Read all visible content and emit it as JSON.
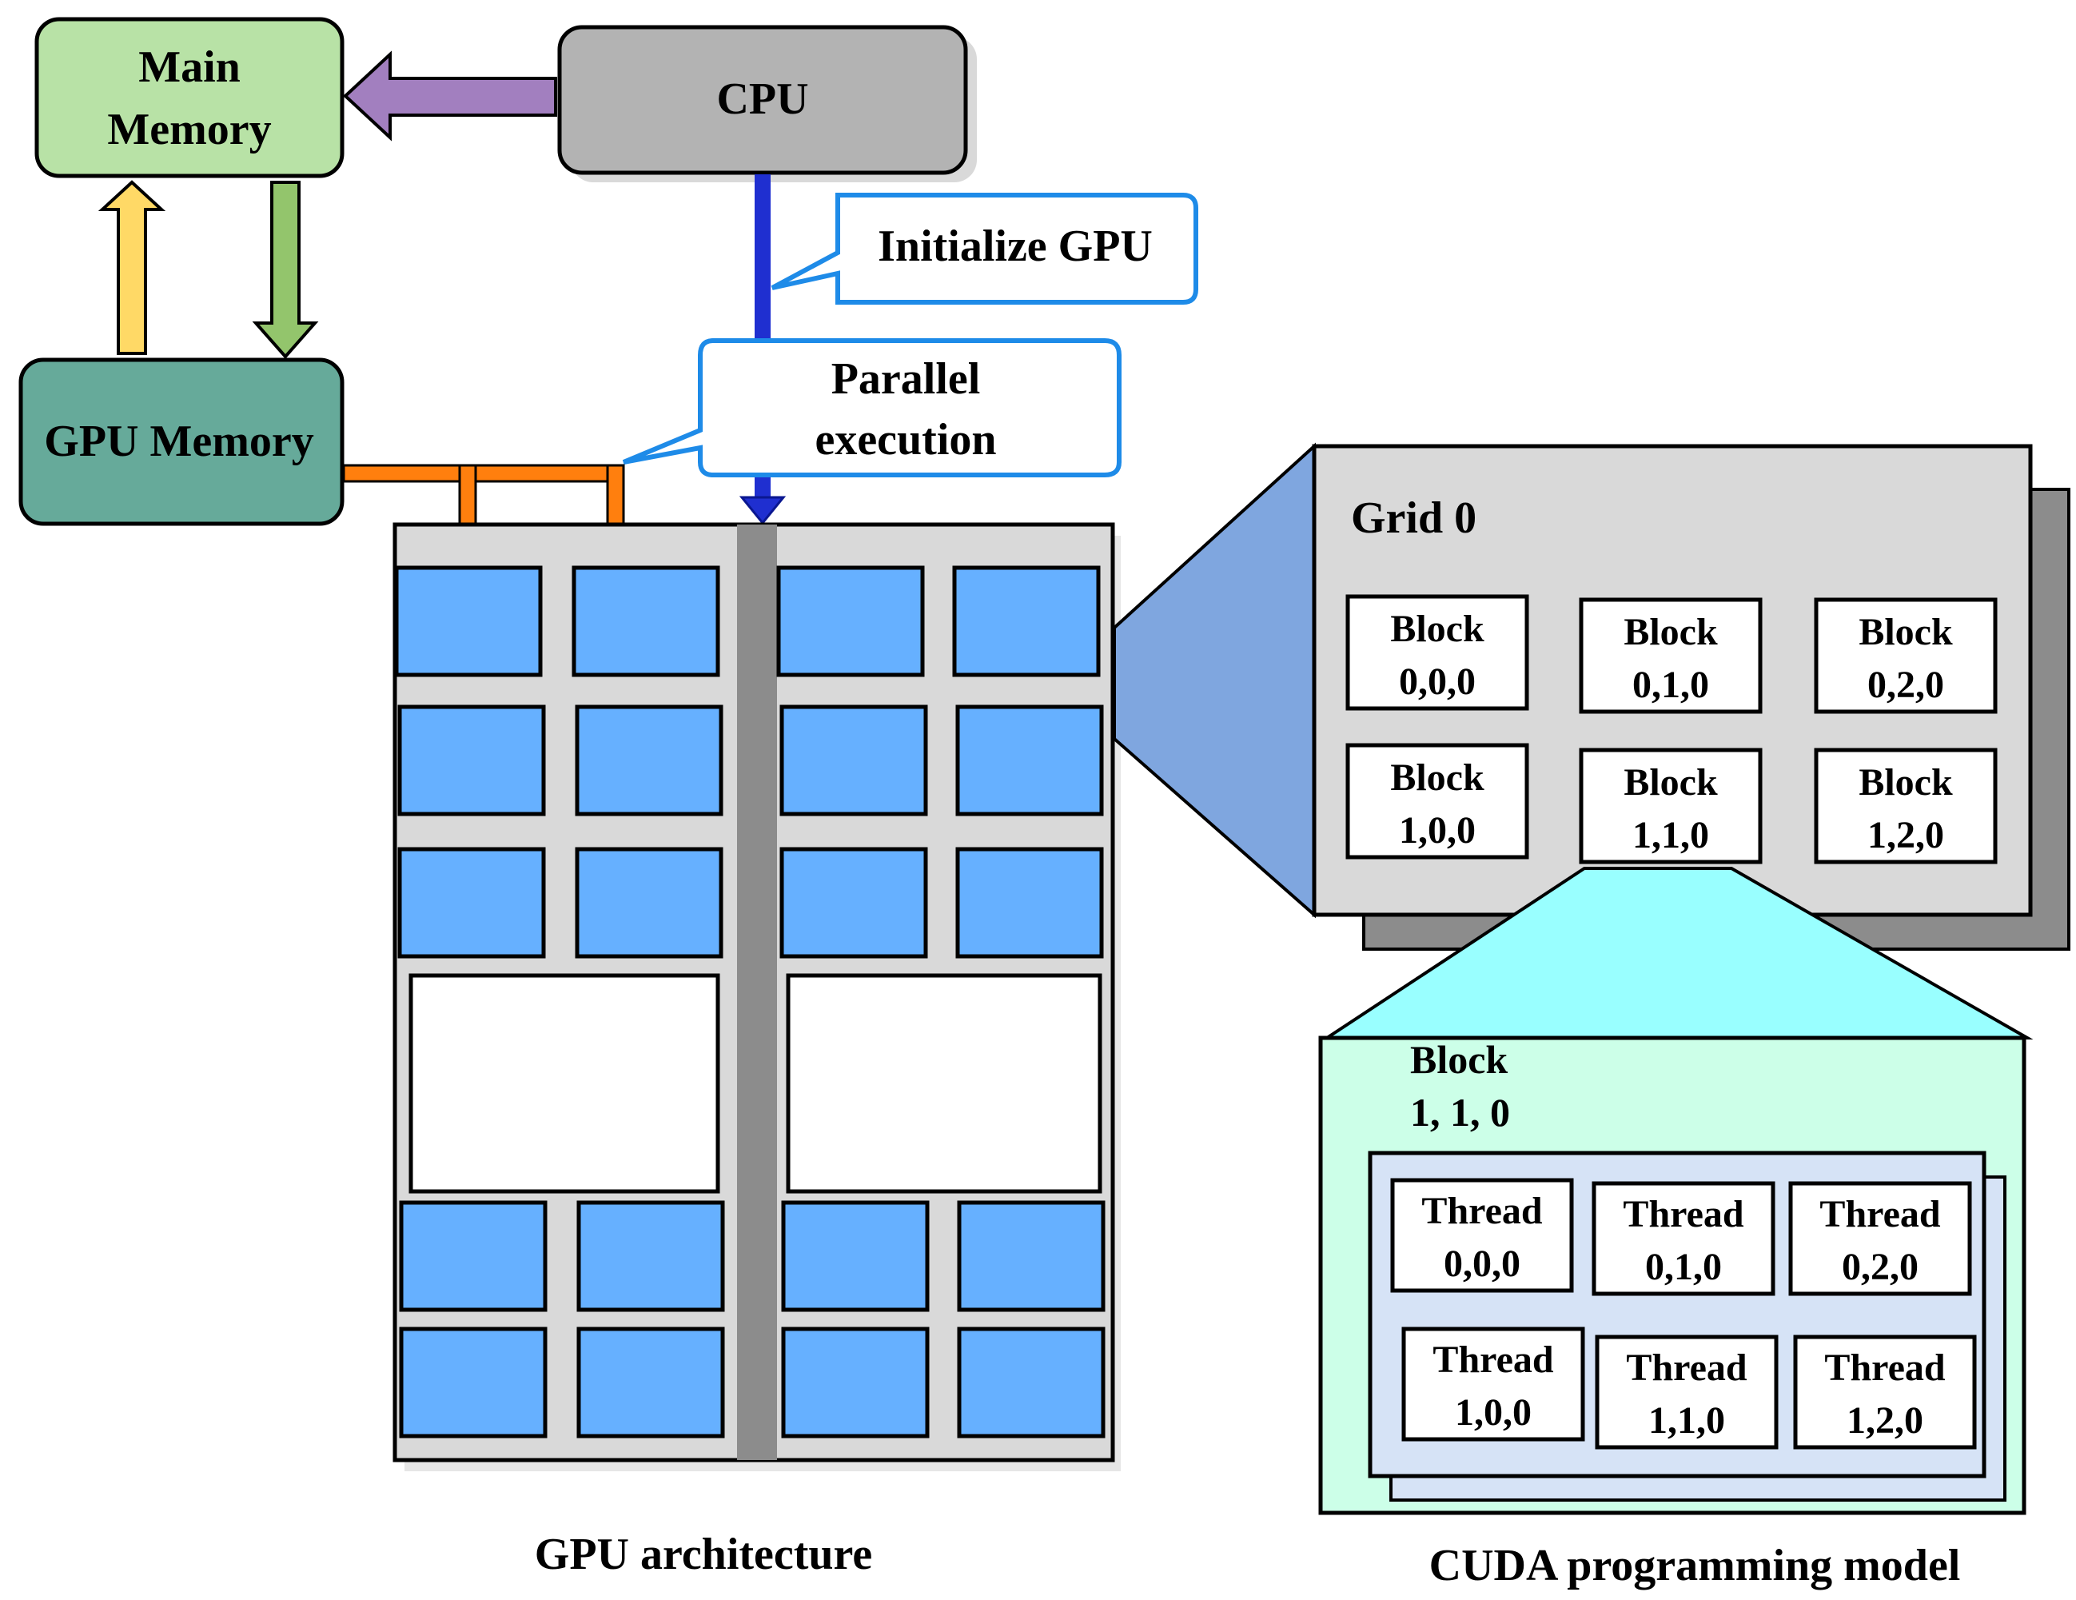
{
  "main_memory": {
    "line1": "Main",
    "line2": "Memory"
  },
  "cpu": {
    "label": "CPU"
  },
  "gpu_memory": {
    "label": "GPU Memory"
  },
  "callouts": {
    "initialize_gpu": "Initialize GPU",
    "parallel_execution": {
      "line1": "Parallel",
      "line2": "execution"
    }
  },
  "grid": {
    "label": "Grid 0",
    "blocks": [
      {
        "word": "Block",
        "id": "0,0,0"
      },
      {
        "word": "Block",
        "id": "0,1,0"
      },
      {
        "word": "Block",
        "id": "0,2,0"
      },
      {
        "word": "Block",
        "id": "1,0,0"
      },
      {
        "word": "Block",
        "id": "1,1,0"
      },
      {
        "word": "Block",
        "id": "1,2,0"
      }
    ]
  },
  "block_detail": {
    "line1": "Block",
    "line2": "1, 1, 0",
    "threads": [
      {
        "word": "Thread",
        "id": "0,0,0"
      },
      {
        "word": "Thread",
        "id": "0,1,0"
      },
      {
        "word": "Thread",
        "id": "0,2,0"
      },
      {
        "word": "Thread",
        "id": "1,0,0"
      },
      {
        "word": "Thread",
        "id": "1,1,0"
      },
      {
        "word": "Thread",
        "id": "1,2,0"
      }
    ]
  },
  "captions": {
    "gpu_architecture": "GPU architecture",
    "cuda_model": "CUDA programming model"
  },
  "colors": {
    "main_memory": "#b8e2a6",
    "cpu": "#b3b3b3",
    "gpu_memory": "#66aa9a",
    "arrow_cpu_to_memory": "#a27fbf",
    "arrow_up": "#ffd966",
    "arrow_down": "#93c56c",
    "arrow_orange": "#ff7f0e",
    "blue_line": "#1f2fd0",
    "callout_border": "#1e8be8",
    "sm_core": "#66b0ff",
    "gpu_body": "#d9d9d9",
    "gpu_bus": "#8c8c8c",
    "grid_panel": "#d9d9d9",
    "grid_shadow": "#8c8c8c",
    "grid_funnel": "#7fa6df",
    "block_panel": "#ccffe8",
    "block_funnel": "#99ffff",
    "thread_panel": "#d6e3f6"
  }
}
